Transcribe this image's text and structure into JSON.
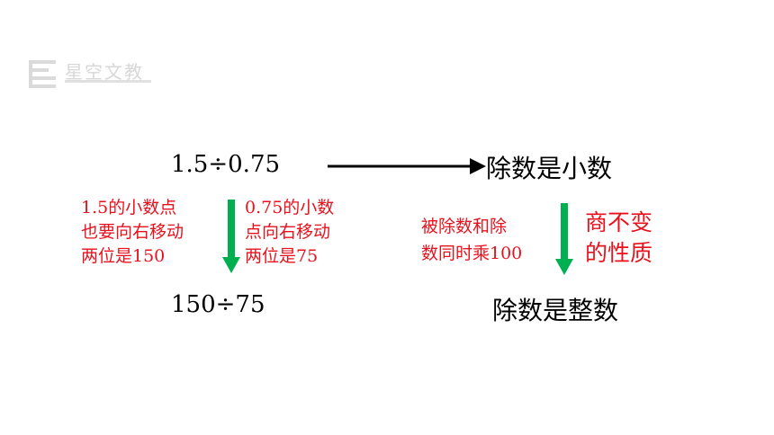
{
  "logo": {
    "text": "星空文教"
  },
  "top": {
    "expression": "1.5÷0.75",
    "result": "除数是小数"
  },
  "bottom": {
    "expression": "150÷75",
    "result": "除数是整数"
  },
  "notes": {
    "left": [
      "1.5的小数点",
      "也要向右移动",
      "两位是150"
    ],
    "middle": [
      "0.75的小数",
      "点向右移动",
      "两位是75"
    ],
    "right": [
      "被除数和除",
      "数同时乘100"
    ],
    "rule": [
      "商不变",
      "的性质"
    ]
  },
  "colors": {
    "note": "#e8121d",
    "down_arrow": "#00b050",
    "right_arrow": "#000000"
  }
}
